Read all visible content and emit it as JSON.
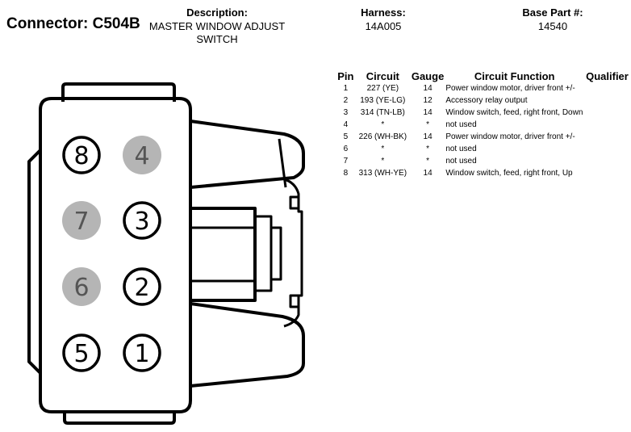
{
  "header": {
    "connector_label": "Connector: C504B",
    "description_label": "Description:",
    "description_lines": [
      "MASTER WINDOW ADJUST",
      "SWITCH"
    ],
    "harness_label": "Harness:",
    "harness_value": "14A005",
    "base_part_label": "Base Part #:",
    "base_part_value": "14540"
  },
  "table": {
    "headers": [
      "Pin",
      "Circuit",
      "Gauge",
      "Circuit Function",
      "Qualifier"
    ],
    "rows": [
      {
        "pin": "1",
        "circuit": "227 (YE)",
        "gauge": "14",
        "function": "Power window motor, driver front +/-",
        "qualifier": ""
      },
      {
        "pin": "2",
        "circuit": "193 (YE-LG)",
        "gauge": "12",
        "function": "Accessory relay output",
        "qualifier": ""
      },
      {
        "pin": "3",
        "circuit": "314 (TN-LB)",
        "gauge": "14",
        "function": "Window switch, feed, right front, Down",
        "qualifier": ""
      },
      {
        "pin": "4",
        "circuit": "*",
        "gauge": "*",
        "function": "not used",
        "qualifier": ""
      },
      {
        "pin": "5",
        "circuit": "226 (WH-BK)",
        "gauge": "14",
        "function": "Power window motor, driver front +/-",
        "qualifier": ""
      },
      {
        "pin": "6",
        "circuit": "*",
        "gauge": "*",
        "function": "not used",
        "qualifier": ""
      },
      {
        "pin": "7",
        "circuit": "*",
        "gauge": "*",
        "function": "not used",
        "qualifier": ""
      },
      {
        "pin": "8",
        "circuit": "313 (WH-YE)",
        "gauge": "14",
        "function": "Window switch, feed, right front, Up",
        "qualifier": ""
      }
    ]
  },
  "connector": {
    "pins": [
      {
        "label": "8",
        "used": true
      },
      {
        "label": "4",
        "used": false
      },
      {
        "label": "7",
        "used": false
      },
      {
        "label": "3",
        "used": true
      },
      {
        "label": "6",
        "used": false
      },
      {
        "label": "2",
        "used": true
      },
      {
        "label": "5",
        "used": true
      },
      {
        "label": "1",
        "used": true
      }
    ],
    "used_pin_color": "#ffffff",
    "unused_pin_color": "#b5b5b5",
    "unused_text_color": "#555555",
    "outline_color": "#000000"
  }
}
